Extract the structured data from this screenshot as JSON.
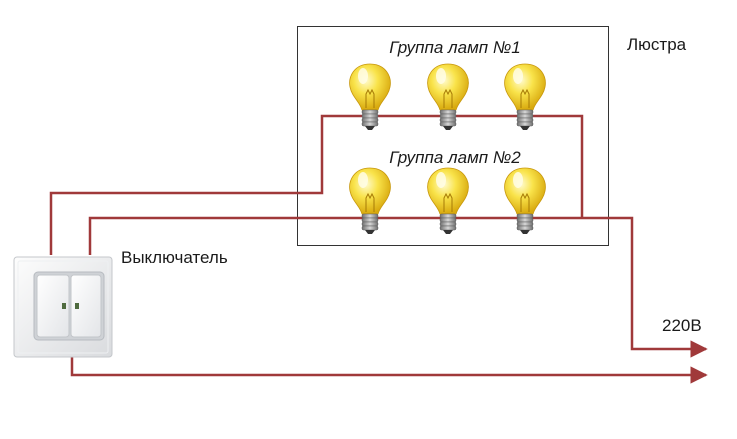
{
  "labels": {
    "group1": "Группа ламп №1",
    "group2": "Группа ламп №2",
    "chandelier": "Люстра",
    "switch": "Выключатель",
    "voltage": "220В"
  },
  "groups": [
    {
      "name": "group1",
      "lamps": 3
    },
    {
      "name": "group2",
      "lamps": 3
    }
  ],
  "colors": {
    "wire": "#a0393a",
    "frame": "#333333",
    "bulb": "#f4d71e",
    "bulb_glow": "#fff7b0",
    "bulb_base": "#9a9a9a"
  },
  "icons": {
    "lamp": "light-bulb-icon",
    "switch": "double-light-switch-icon"
  }
}
